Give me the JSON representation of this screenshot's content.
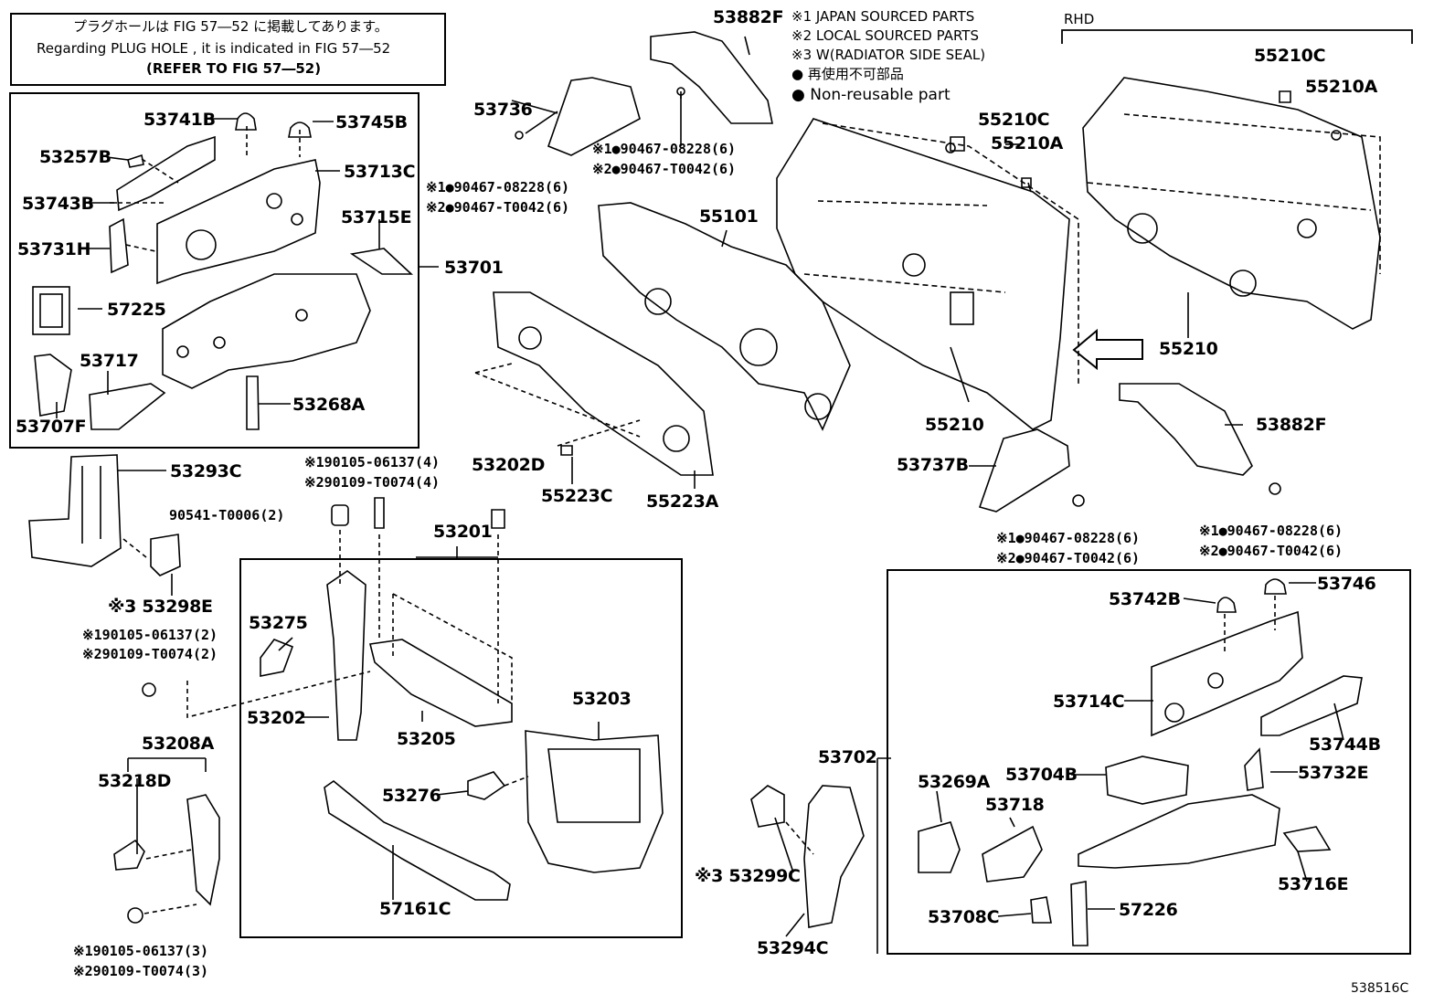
{
  "note": {
    "line1": "プラグホールは FIG 57―52 に掲載してあります。",
    "line2": "Regarding  PLUG  HOLE , it is indicated in  FIG  57―52",
    "line3": "(REFER  TO  FIG  57―52)"
  },
  "legend": {
    "l1": "※1 JAPAN SOURCED PARTS",
    "l2": "※2 LOCAL SOURCED PARTS",
    "l3": "※3 W(RADIATOR SIDE SEAL)",
    "l4": "● 再使用不可部品",
    "l5": "● Non-reusable part"
  },
  "rhd": "RHD",
  "fig_code": "538516C",
  "labels": {
    "p53882F_top": "53882F",
    "p53736": "53736",
    "f_08228_a": "※1●90467-08228(6)",
    "f_T0042_a": "※2●90467-T0042(6)",
    "f_08228_b": "※1●90467-08228(6)",
    "f_T0042_b": "※2●90467-T0042(6)",
    "f_08228_c": "※1●90467-08228(6)",
    "f_T0042_c": "※2●90467-T0042(6)",
    "f_08228_d": "※1●90467-08228(6)",
    "f_T0042_d": "※2●90467-T0042(6)",
    "p55101": "55101",
    "p55210C_a": "55210C",
    "p55210A_a": "55210A",
    "p55210C_b": "55210C",
    "p55210A_b": "55210A",
    "p55210_a": "55210",
    "p55210_b": "55210",
    "p53741B": "53741B",
    "p53745B": "53745B",
    "p53257B": "53257B",
    "p53713C": "53713C",
    "p53743B": "53743B",
    "p53715E": "53715E",
    "p53731H": "53731H",
    "p53701": "53701",
    "p57225": "57225",
    "p53717": "53717",
    "p53707F": "53707F",
    "p53268A": "53268A",
    "p53293C": "53293C",
    "b_06137_4": "※190105-06137(4)",
    "b_T0074_4": "※290109-T0074(4)",
    "p53202D": "53202D",
    "p55223C": "55223C",
    "p55223A": "55223A",
    "p53737B": "53737B",
    "p53882F_right": "53882F",
    "p90541": "90541-T0006(2)",
    "p53201": "53201",
    "p53298E": "※3 53298E",
    "b_06137_2": "※190105-06137(2)",
    "b_T0074_2": "※290109-T0074(2)",
    "p53275": "53275",
    "p53202": "53202",
    "p53205": "53205",
    "p53203": "53203",
    "p53276": "53276",
    "p53208A": "53208A",
    "p53218D": "53218D",
    "p57161C": "57161C",
    "b_06137_3": "※190105-06137(3)",
    "b_T0074_3": "※290109-T0074(3)",
    "p53742B": "53742B",
    "p53746": "53746",
    "p53714C": "53714C",
    "p53744B": "53744B",
    "p53702": "53702",
    "p53269A": "53269A",
    "p53704B": "53704B",
    "p53732E": "53732E",
    "p53718": "53718",
    "p53716E": "53716E",
    "p53299C": "※3 53299C",
    "p53708C": "53708C",
    "p57226": "57226",
    "p53294C": "53294C"
  }
}
